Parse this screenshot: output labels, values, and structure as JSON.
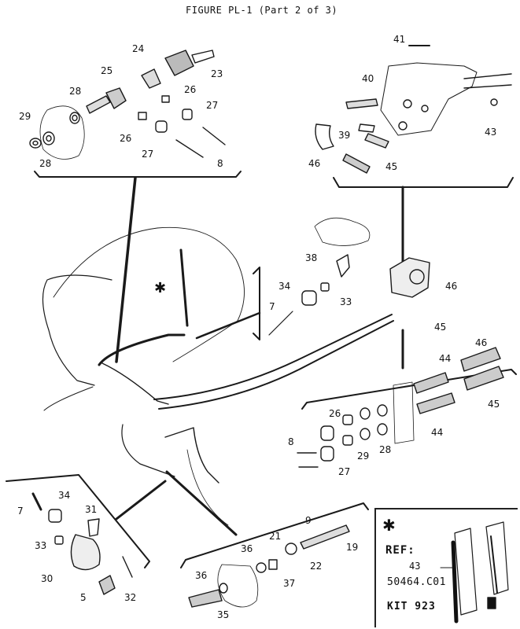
{
  "title": "FIGURE PL-1 (Part 2 of 3)",
  "callouts": [
    {
      "id": "c41",
      "label": "41"
    },
    {
      "id": "c40",
      "label": "40"
    },
    {
      "id": "c43top",
      "label": "43"
    },
    {
      "id": "c39",
      "label": "39"
    },
    {
      "id": "c46a",
      "label": "46"
    },
    {
      "id": "c45a",
      "label": "45"
    },
    {
      "id": "c24",
      "label": "24"
    },
    {
      "id": "c23",
      "label": "23"
    },
    {
      "id": "c25",
      "label": "25"
    },
    {
      "id": "c28a",
      "label": "28"
    },
    {
      "id": "c26a",
      "label": "26"
    },
    {
      "id": "c27a",
      "label": "27"
    },
    {
      "id": "c29a",
      "label": "29"
    },
    {
      "id": "c26b",
      "label": "26"
    },
    {
      "id": "c27b",
      "label": "27"
    },
    {
      "id": "c28b",
      "label": "28"
    },
    {
      "id": "c8a",
      "label": "8"
    },
    {
      "id": "c38",
      "label": "38"
    },
    {
      "id": "c34a",
      "label": "34"
    },
    {
      "id": "c33a",
      "label": "33"
    },
    {
      "id": "c7a",
      "label": "7"
    },
    {
      "id": "c46b",
      "label": "46"
    },
    {
      "id": "c45b",
      "label": "45"
    },
    {
      "id": "c46c",
      "label": "46"
    },
    {
      "id": "c44a",
      "label": "44"
    },
    {
      "id": "c45c",
      "label": "45"
    },
    {
      "id": "c26c",
      "label": "26"
    },
    {
      "id": "c8b",
      "label": "8"
    },
    {
      "id": "c29b",
      "label": "29"
    },
    {
      "id": "c28c",
      "label": "28"
    },
    {
      "id": "c44b",
      "label": "44"
    },
    {
      "id": "c27c",
      "label": "27"
    },
    {
      "id": "c7b",
      "label": "7"
    },
    {
      "id": "c34b",
      "label": "34"
    },
    {
      "id": "c31",
      "label": "31"
    },
    {
      "id": "c33b",
      "label": "33"
    },
    {
      "id": "c30",
      "label": "30"
    },
    {
      "id": "c5",
      "label": "5"
    },
    {
      "id": "c32",
      "label": "32"
    },
    {
      "id": "c9",
      "label": "9"
    },
    {
      "id": "c19",
      "label": "19"
    },
    {
      "id": "c36a",
      "label": "36"
    },
    {
      "id": "c21",
      "label": "21"
    },
    {
      "id": "c36b",
      "label": "36"
    },
    {
      "id": "c37",
      "label": "37"
    },
    {
      "id": "c22",
      "label": "22"
    },
    {
      "id": "c35",
      "label": "35"
    }
  ],
  "note_symbol": "✱",
  "ref": {
    "symbol": "✱",
    "label": "REF:",
    "part_callout": "43",
    "number": "50464.C01",
    "kit": "KIT 923"
  }
}
